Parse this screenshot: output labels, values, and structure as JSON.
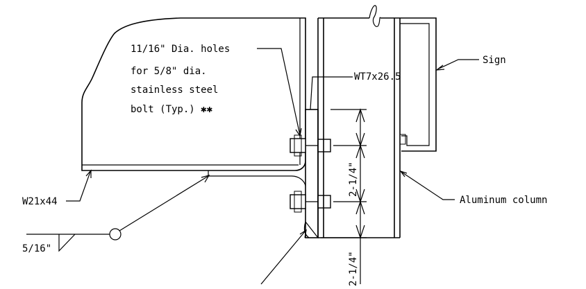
{
  "notes": {
    "holes": [
      "11/16\" Dia. holes",
      "for  5/8\" dia.",
      "stainless steel",
      "bolt (Typ.) ✱✱"
    ],
    "tee": "WT7x26.5",
    "sign": "Sign",
    "beam": "W21x44",
    "column": "Aluminum column",
    "weld": "5/16\"",
    "dim_upper": "2-1/4\"",
    "dim_lower": "2-1/4\""
  }
}
